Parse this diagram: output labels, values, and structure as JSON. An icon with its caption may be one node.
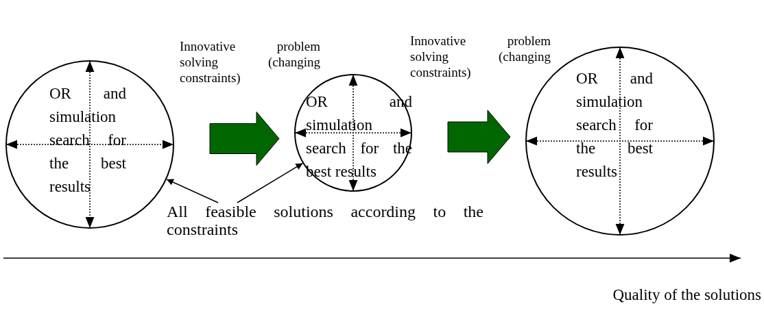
{
  "diagram": {
    "nodes": [
      {
        "text": [
          "OR and simulation search for the best results"
        ]
      },
      {
        "text": [
          "OR and simulation search for the best results"
        ]
      },
      {
        "text": [
          "OR and simulation search for the best results"
        ]
      },
      {
        "text": [
          "All feasible solutions according to the constraints"
        ]
      }
    ],
    "edges": [
      {
        "from": 0,
        "to": 1,
        "arrow": "to",
        "style": "thick",
        "color": "#006600",
        "label": "Innovative problem solving (changing constraints)"
      },
      {
        "from": 1,
        "to": 2,
        "arrow": "to",
        "style": "thick",
        "color": "#006600",
        "label": "Innovative problem solving (changing constraints)"
      },
      {
        "from": 3,
        "to": 0,
        "arrow": "to"
      },
      {
        "from": 3,
        "to": 1,
        "arrow": "to"
      }
    ],
    "labels": [
      "Quality of the solutions"
    ]
  }
}
